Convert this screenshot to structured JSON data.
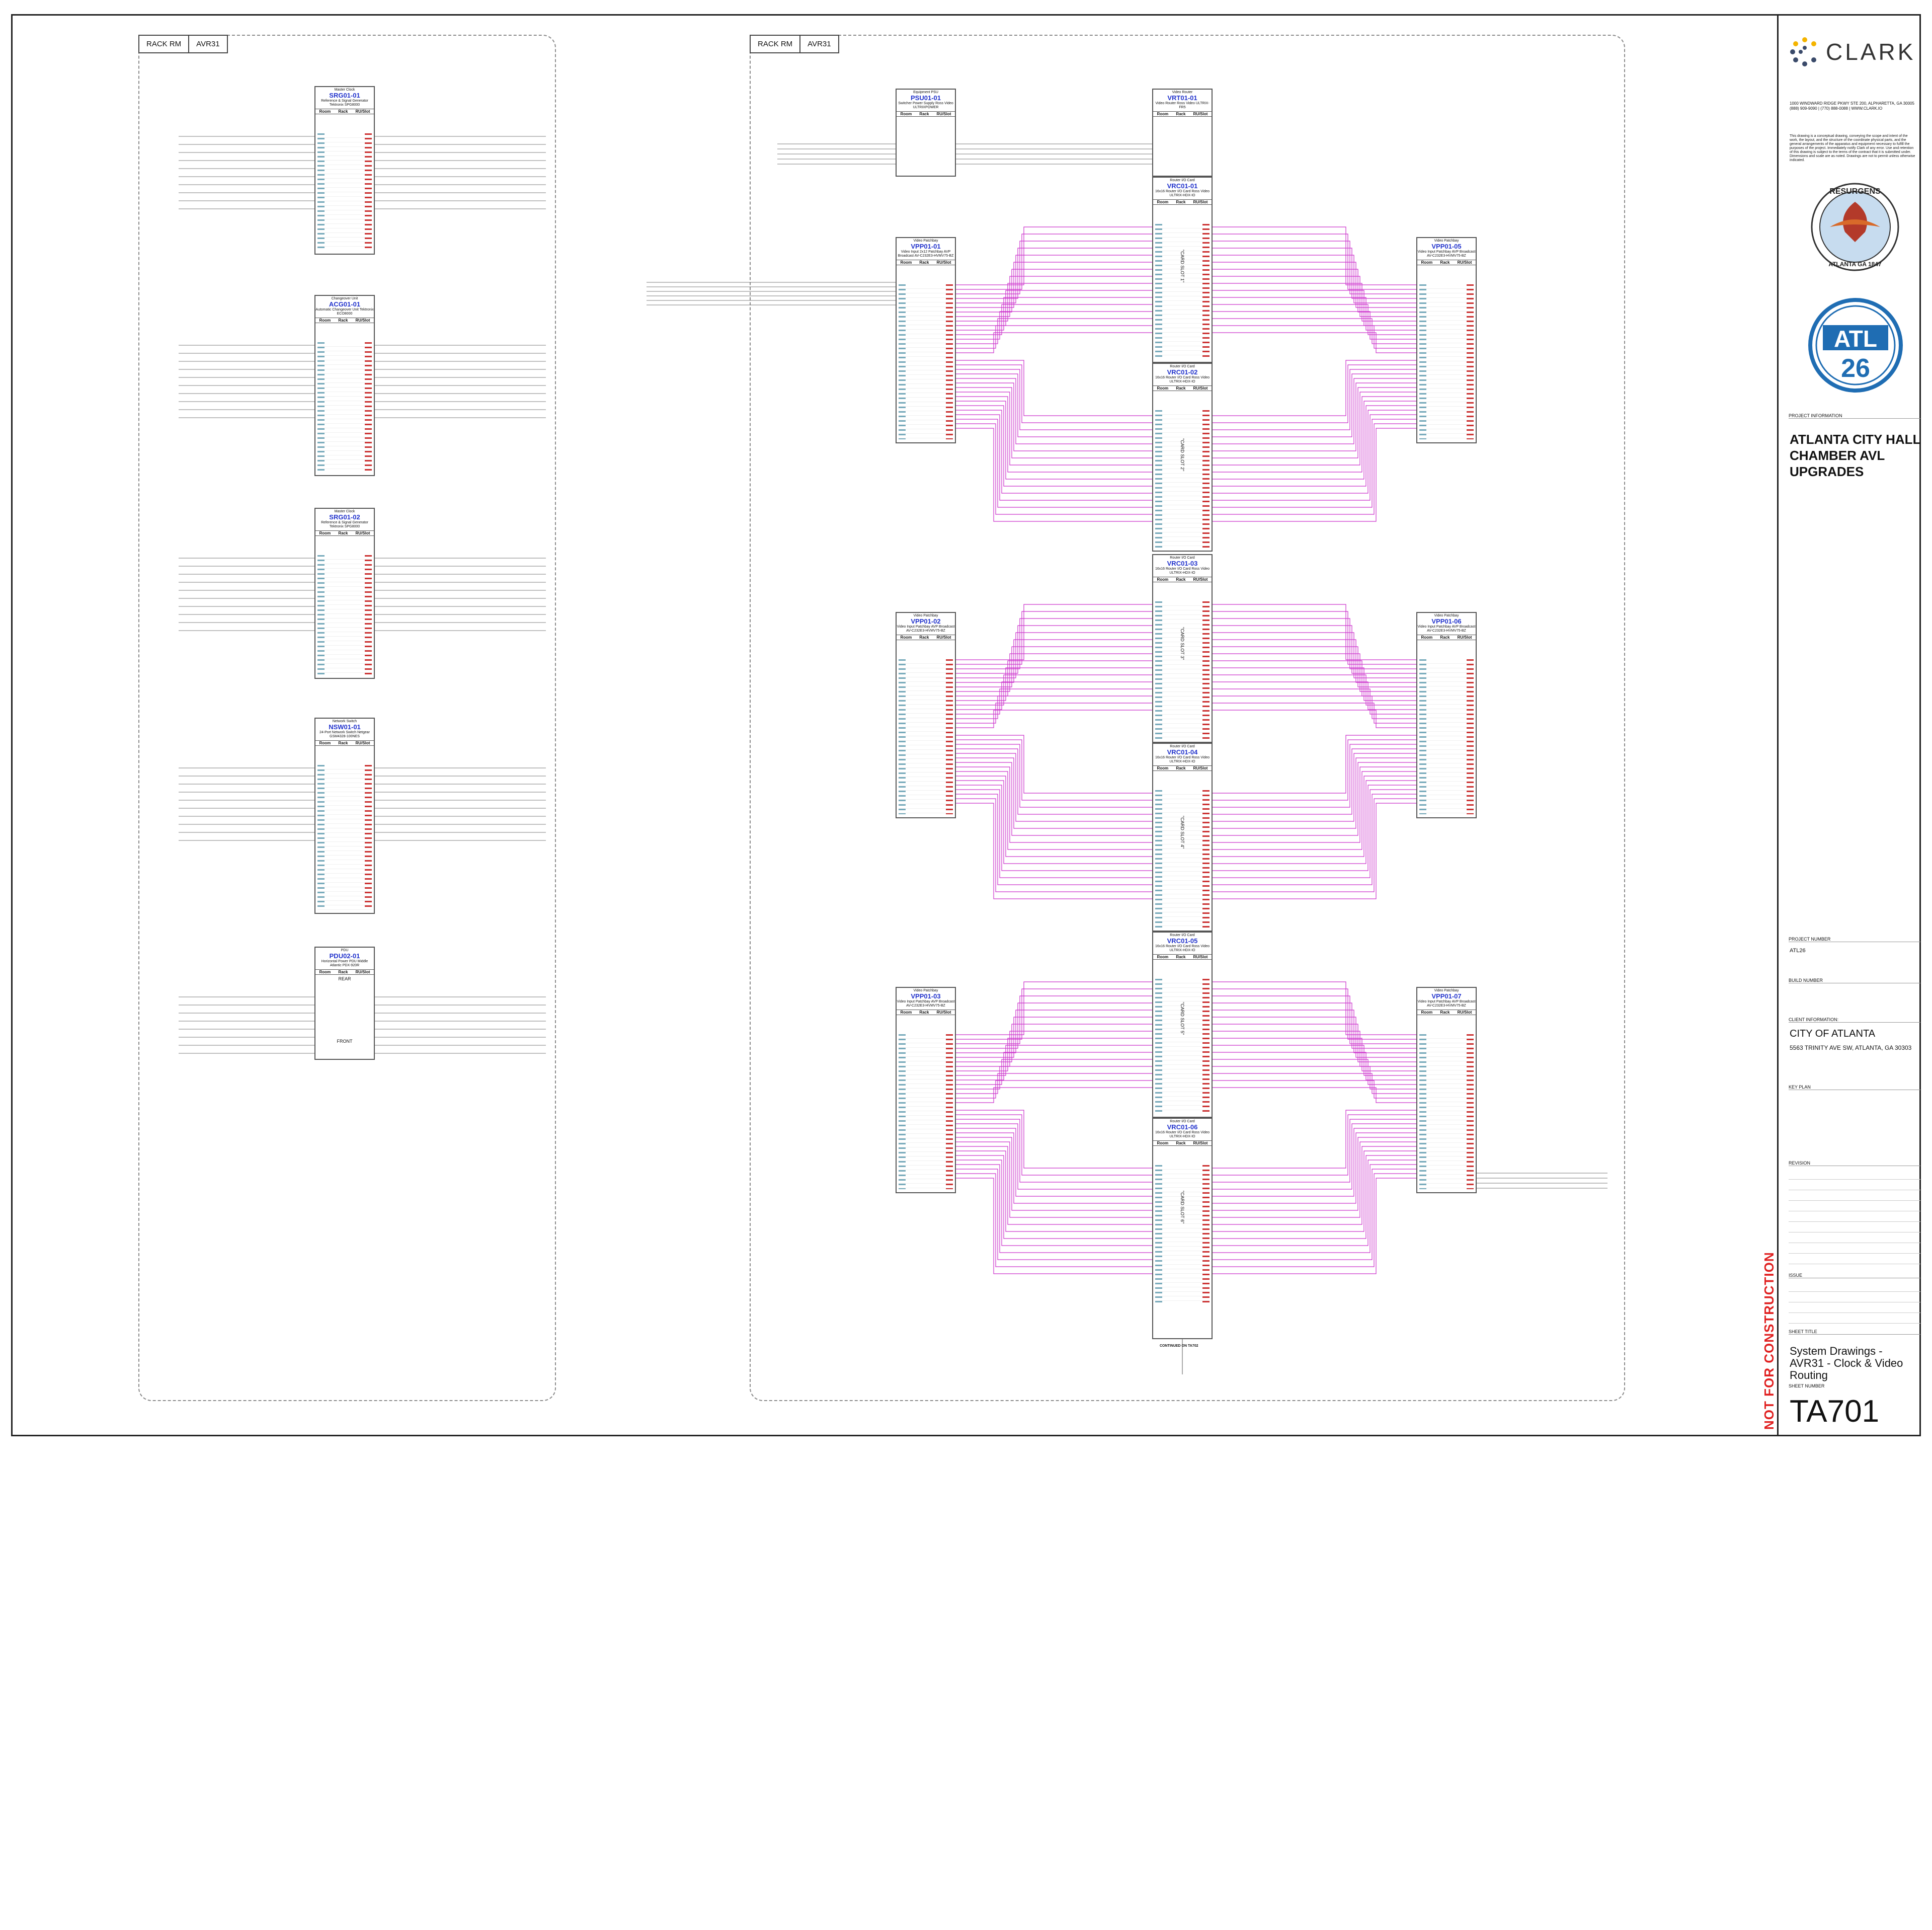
{
  "racks": [
    {
      "room": "RACK RM",
      "rack": "AVR31"
    },
    {
      "room": "RACK RM",
      "rack": "AVR31"
    }
  ],
  "colors": {
    "router_link": "#cc33cc",
    "label_magenta": "#dd22dd",
    "label_cyan": "#33aacc",
    "label_green": "#44bb44",
    "port_red": "#cc3333",
    "tag_blue": "#2233cc",
    "nfc_red": "#e02020"
  },
  "device_header": {
    "room": "Room",
    "rack": "Rack",
    "ru": "RU/Slot",
    "room_val": "RACK RM",
    "rack_val": "AVR31"
  },
  "devices": {
    "src01": {
      "category": "Master Clock",
      "tag": "SRG01-01",
      "desc": "Reference & Signal Generator Tektronix SPG8000"
    },
    "acg01": {
      "category": "Changeover Unit",
      "tag": "ACG01-01",
      "desc": "Automatic Changeover Unit Tektronix ECO8000"
    },
    "src02": {
      "category": "Master Clock",
      "tag": "SRG01-02",
      "desc": "Reference & Signal Generator Tektronix SPG8000"
    },
    "nsw": {
      "category": "Network Switch",
      "tag": "NSW01-01",
      "desc": "24-Port Network Switch Netgear GSM4328-100NES"
    },
    "pdu": {
      "category": "PDU",
      "tag": "PDU02-01",
      "desc": "Horizontal Power PDU Middle Atlantic PDX-920R",
      "rear": "REAR",
      "front": "FRONT"
    },
    "psu": {
      "category": "Equipment PSU",
      "tag": "PSU01-01",
      "desc": "Switcher Power Supply Ross Video ULTRIXPOWER"
    },
    "vrt": {
      "category": "Video Router",
      "tag": "VRT01-01",
      "desc": "Video Router Ross Video ULTRIX-FR5"
    },
    "vrc1": {
      "category": "Router I/O Card",
      "tag": "VRC01-01",
      "desc": "16x16 Router I/O Card Ross Video ULTRIX-HDX-IO"
    },
    "vrc2": {
      "category": "Router I/O Card",
      "tag": "VRC01-02",
      "desc": "16x16 Router I/O Card Ross Video ULTRIX-HDX-IO"
    },
    "vrc3": {
      "category": "Router I/O Card",
      "tag": "VRC01-03",
      "desc": "16x16 Router I/O Card Ross Video ULTRIX-HDX-IO"
    },
    "vrc4": {
      "category": "Router I/O Card",
      "tag": "VRC01-04",
      "desc": "16x16 Router I/O Card Ross Video ULTRIX-HDX-IO"
    },
    "vrc5": {
      "category": "Router I/O Card",
      "tag": "VRC01-05",
      "desc": "16x16 Router I/O Card Ross Video ULTRIX-HDX-IO"
    },
    "vrc6": {
      "category": "Router I/O Card",
      "tag": "VRC01-06",
      "desc": "16x16 Router I/O Card Ross Video ULTRIX-HDX-IO"
    },
    "vpp1": {
      "category": "Video Patchbay",
      "tag": "VPP01-01",
      "desc": "Video Input 2x12 Patchbay AVP Broadcast AV-C232E3-HVMV75-BZ"
    },
    "vpp2": {
      "category": "Video Patchbay",
      "tag": "VPP01-02",
      "desc": "Video Input Patchbay AVP Broadcast AV-C232E3-HVMV75-BZ"
    },
    "vpp3": {
      "category": "Video Patchbay",
      "tag": "VPP01-03",
      "desc": "Video Input Patchbay AVP Broadcast AV-C232E3-HVMV75-BZ"
    },
    "vpp5": {
      "category": "Video Patchbay",
      "tag": "VPP01-05",
      "desc": "Video Input Patchbay AVP Broadcast AV-C232E3-HVMV75-BZ"
    },
    "vpp6": {
      "category": "Video Patchbay",
      "tag": "VPP01-06",
      "desc": "Video Input Patchbay AVP Broadcast AV-C232E3-HVMV75-BZ"
    },
    "vpp7": {
      "category": "Video Patchbay",
      "tag": "VPP01-07",
      "desc": "Video Input Patchbay AVP Broadcast AV-C232E3-HVMV75-BZ"
    }
  },
  "slots": [
    "\"CARD SLOT 1\"",
    "\"CARD SLOT 2\"",
    "\"CARD SLOT 3\"",
    "\"CARD SLOT 4\"",
    "\"CARD SLOT 5\"",
    "\"CARD SLOT 6\""
  ],
  "continued": "CONTINUED ON TA702",
  "title_block": {
    "company": "CLARK",
    "address": "1000 WINDWARD RIDGE PKWY STE 200, ALPHARETTA, GA 30005 (888) 909-9090 | (770) 888-0088 | WWW.CLARK.IO",
    "disclaimer": "This drawing is a conceptual drawing, conveying the scope and intent of the work, the layout, and the structure of the coordinate physical parts, and the general arrangements of the apparatus and equipment necessary to fulfill the purposes of the project. Immediately notify Clark of any error. Use and retention of this drawing is subject to the terms of the contract that it is submitted under. Dimensions and scale are as noted. Drawings are not to permit unless otherwise indicated.",
    "seal_top": "RESURGENS",
    "seal_bottom": "ATLANTA GA 1847",
    "atl_top": "ATL",
    "atl_bottom": "26",
    "project_info_label": "PROJECT INFORMATION",
    "project_name": "ATLANTA CITY HALL CHAMBER AVL UPGRADES",
    "project_number_label": "PROJECT NUMBER",
    "project_number": "ATL26",
    "build_number_label": "BUILD NUMBER",
    "client_info_label": "CLIENT INFORMATION:",
    "client_name": "CITY OF ATLANTA",
    "client_address": "5563 TRINITY AVE SW, ATLANTA, GA 30303",
    "key_plan_label": "KEY PLAN",
    "revision_label": "REVISION",
    "issue_label": "ISSUE",
    "sheet_title_label": "SHEET TITLE",
    "sheet_title": "System Drawings - AVR31 - Clock & Video Routing",
    "sheet_number_label": "SHEET NUMBER",
    "sheet_number": "TA701"
  },
  "stamp": "NOT FOR CONSTRUCTION"
}
